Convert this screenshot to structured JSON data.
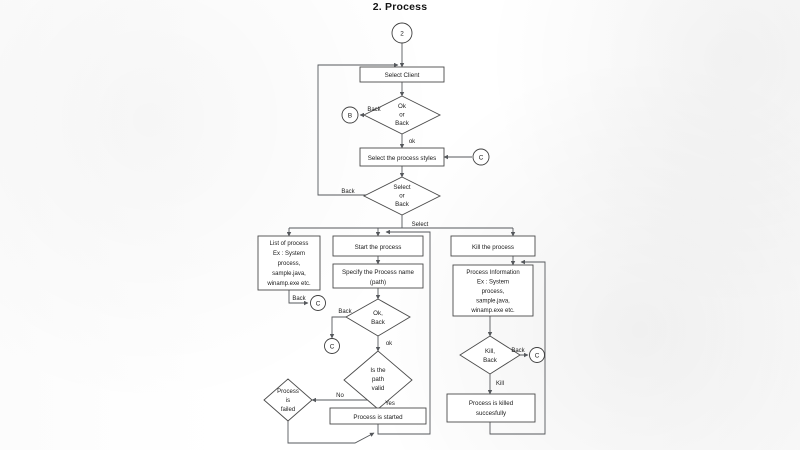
{
  "title": "2. Process",
  "diagram": {
    "type": "flowchart",
    "start_connector": "2",
    "nodes": {
      "select_client": "Select Client",
      "ok_or_back": "Ok\nor\nBack",
      "select_process_styles": "Select the process styles",
      "select_or_back": "Select\nor\nBack",
      "list_of_process": "List of process\nEx : System\nprocess,\nsample.java,\nwinamp.exe etc.",
      "start_the_process": "Start the process",
      "specify_process_name": "Specify the Process name\n(path)",
      "ok_back_decision": "Ok,\nBack",
      "is_path_valid": "Is the\npath\nvalid",
      "process_is_started": "Process is started",
      "process_is_failed": "Process\nis\nfailed",
      "kill_the_process": "Kill the process",
      "process_information": "Process Information\nEx : System\nprocess,\nsample.java,\nwinamp.exe etc.",
      "kill_back_decision": "Kill,\nBack",
      "process_is_killed": "Process is killed\nsuccesfully"
    },
    "node_lines": {
      "ok_or_back": [
        "Ok",
        "or",
        "Back"
      ],
      "select_or_back": [
        "Select",
        "or",
        "Back"
      ],
      "list_of_process": [
        "List of process",
        "Ex : System",
        "process,",
        "sample.java,",
        "winamp.exe etc."
      ],
      "specify_process_name": [
        "Specify the Process name",
        "(path)"
      ],
      "ok_back_decision": [
        "Ok,",
        "Back"
      ],
      "is_path_valid": [
        "Is the",
        "path",
        "valid"
      ],
      "process_is_failed": [
        "Process",
        "is",
        "failed"
      ],
      "process_information": [
        "Process Information",
        "Ex : System",
        "process,",
        "sample.java,",
        "winamp.exe etc."
      ],
      "kill_back_decision": [
        "Kill,",
        "Back"
      ],
      "process_is_killed": [
        "Process is killed",
        "succesfully"
      ]
    },
    "connectors": {
      "start": "2",
      "b": "B",
      "c_styles": "C",
      "c_list": "C",
      "c_specify": "C",
      "c_kill": "C"
    },
    "edge_labels": {
      "ok_or_back_back": "Back",
      "ok_or_back_ok": "ok",
      "select_or_back_back": "Back",
      "select_or_back_select": "Select",
      "list_back": "Back",
      "ok_back_back": "Back",
      "ok_back_ok": "ok",
      "valid_no": "No",
      "valid_yes": "Yes",
      "kill_back_back": "Back",
      "kill_back_kill": "Kill"
    }
  }
}
